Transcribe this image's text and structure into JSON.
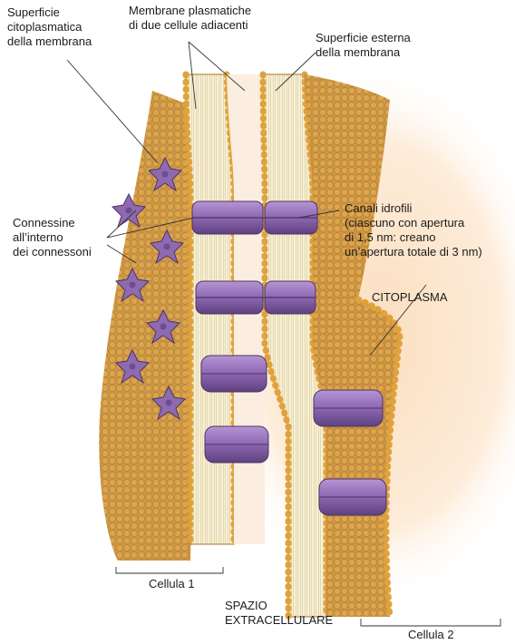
{
  "labels": {
    "superficie_citoplasmatica": "Superficie\ncitoplasmatica\ndella membrana",
    "membrane_plasmatiche": "Membrane plasmatiche\ndi due cellule adiacenti",
    "superficie_esterna": "Superficie esterna\ndella membrana",
    "connessine": "Connessine\nall’interno\ndei connessoni",
    "canali_idrofili": "Canali idrofili\n(ciascuno con apertura\ndi 1,5 nm: creano\nun’apertura totale di 3 nm)",
    "citoplasma": "CITOPLASMA",
    "cellula_1": "Cellula 1",
    "spazio_extracellulare": "SPAZIO\nEXTRACELLULARE",
    "cellula_2": "Cellula 2"
  },
  "colors": {
    "lipid_head": "#e2a43a",
    "lipid_outline": "#a8701e",
    "tail_region": "#f6efd2",
    "cytoplasm_face": "#c89a52",
    "connexin": "#8e6bb0",
    "connexin_dark": "#5c3f7e",
    "background_glow": "#fbe2c6",
    "leader_line": "#333333"
  }
}
